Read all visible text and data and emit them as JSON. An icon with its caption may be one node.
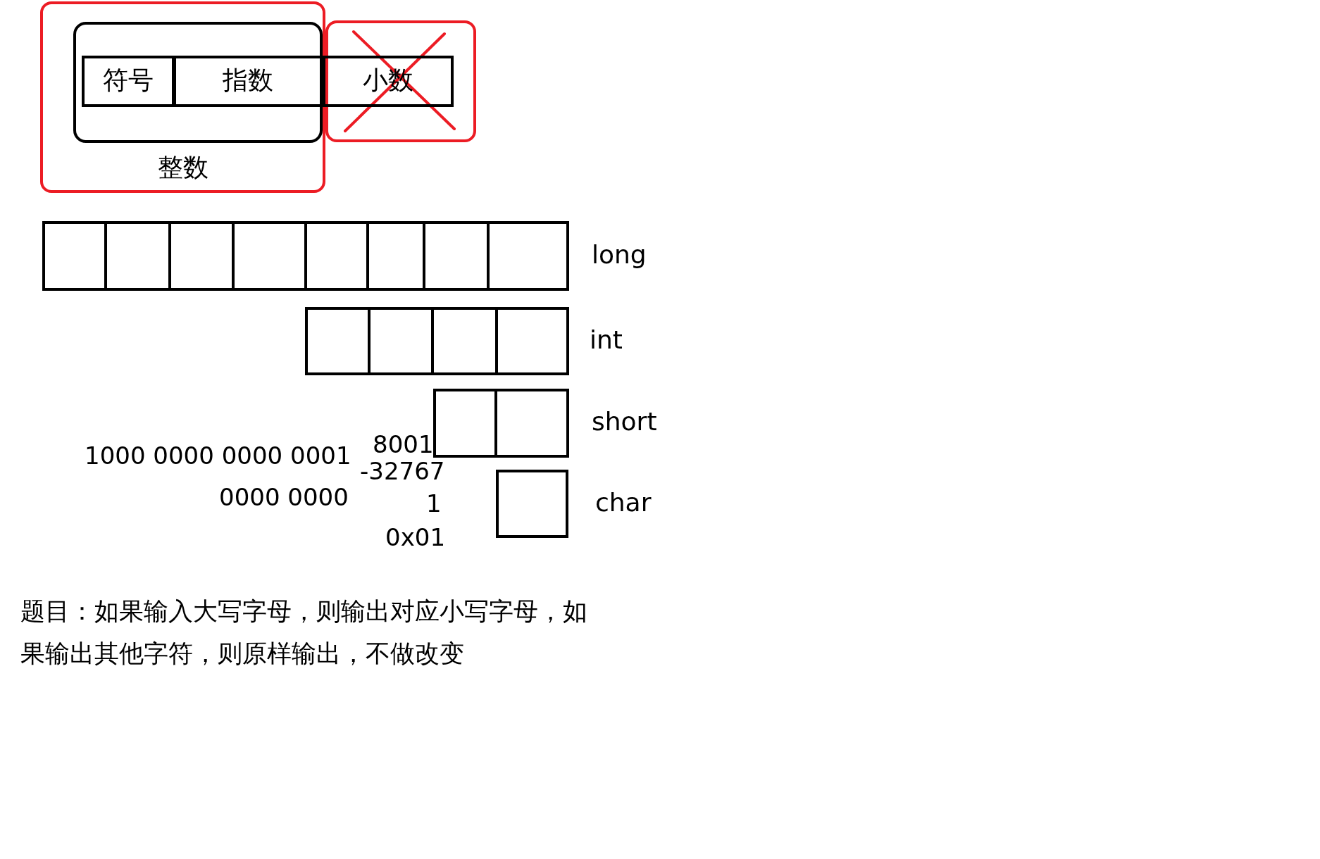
{
  "diagram": {
    "nodes": [
      {
        "text": [
          "整数"
        ]
      },
      {
        "text": [],
        "shape": "box",
        "in": 0
      },
      {
        "text": [
          "符号"
        ],
        "in": 1
      },
      {
        "text": [
          "指数"
        ],
        "in": 1
      },
      {
        "text": [],
        "shape": "box"
      },
      {
        "text": [
          "小数"
        ],
        "in": 4
      },
      {
        "text": [],
        "shape": "box",
        "beside": [
          "long"
        ]
      },
      {
        "text": [],
        "shape": "box",
        "beside": [
          "int"
        ]
      },
      {
        "text": [],
        "shape": "box",
        "beside": [
          "short"
        ]
      },
      {
        "text": [],
        "shape": "box",
        "beside": [
          "char"
        ]
      }
    ],
    "edges": [],
    "labels": [
      "8001",
      "1000 0000 0000 0001",
      "-32767",
      "0000 0000",
      "1",
      "0x01",
      "题目：如果输入大写字母，则输出对应小写字母，如果输出其他字符，则原样输出，不做改变"
    ]
  }
}
